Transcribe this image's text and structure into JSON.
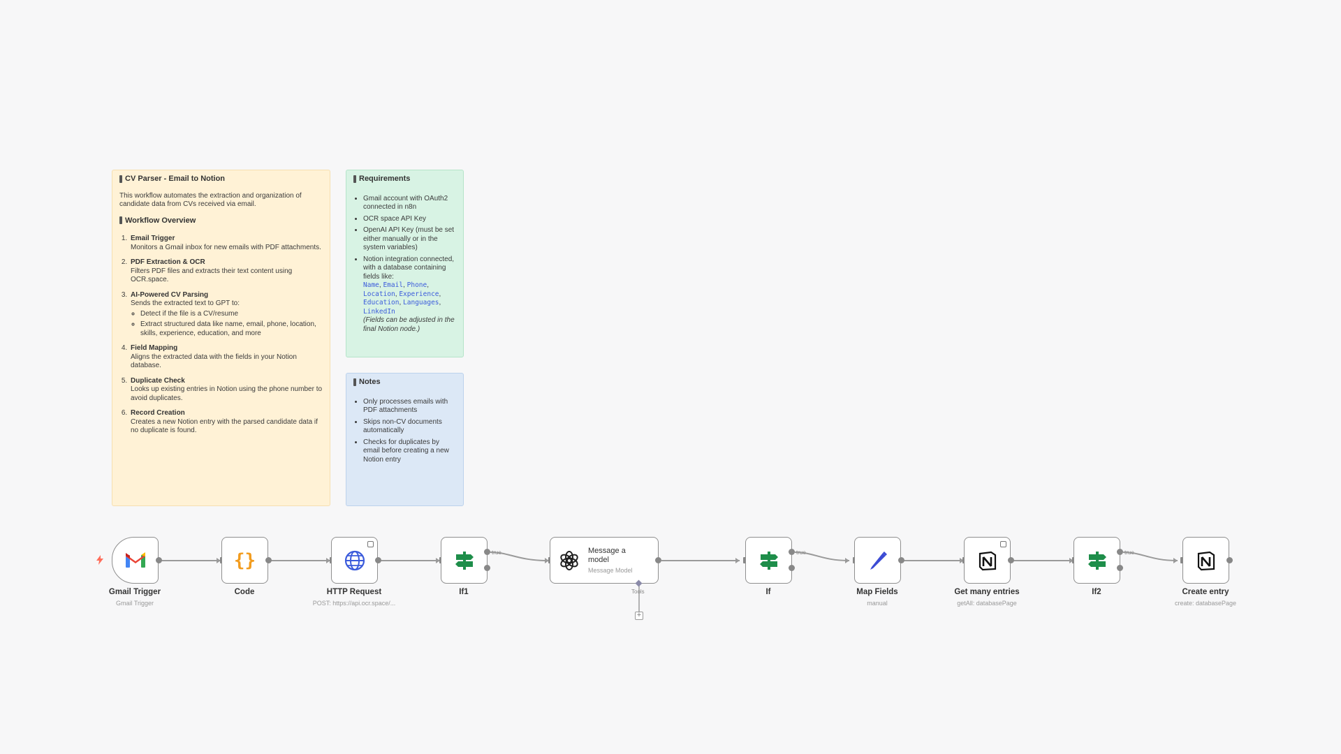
{
  "notes": {
    "overview": {
      "title": "CV Parser - Email to Notion",
      "intro": "This workflow automates the extraction and organization of candidate data from CVs received via email.",
      "overview_title": "Workflow Overview",
      "steps": [
        {
          "title": "Email Trigger",
          "text": "Monitors a Gmail inbox for new emails with PDF attachments."
        },
        {
          "title": "PDF Extraction & OCR",
          "text": "Filters PDF files and extracts their text content using OCR.space."
        },
        {
          "title": "AI-Powered CV Parsing",
          "text": "Sends the extracted text to GPT to:",
          "sub": [
            "Detect if the file is a CV/resume",
            "Extract structured data like name, email, phone, location, skills, experience, education, and more"
          ]
        },
        {
          "title": "Field Mapping",
          "text": "Aligns the extracted data with the fields in your Notion database."
        },
        {
          "title": "Duplicate Check",
          "text": "Looks up existing entries in Notion using the phone number to avoid duplicates."
        },
        {
          "title": "Record Creation",
          "text": "Creates a new Notion entry with the parsed candidate data if no duplicate is found."
        }
      ]
    },
    "requirements": {
      "title": "Requirements",
      "items": [
        "Gmail account with OAuth2 connected in n8n",
        "OCR space API Key",
        "OpenAI API Key (must be set either manually or in the system variables)"
      ],
      "notion_item": "Notion integration connected, with a database containing fields like:",
      "fields": [
        "Name",
        "Email",
        "Phone",
        "Location",
        "Experience",
        "Education",
        "Languages",
        "LinkedIn"
      ],
      "footnote": "(Fields can be adjusted in the final Notion node.)"
    },
    "notes": {
      "title": "Notes",
      "items": [
        "Only processes emails with PDF attachments",
        "Skips non-CV documents automatically",
        "Checks for duplicates by email before creating a new Notion entry"
      ]
    }
  },
  "nodes": [
    {
      "label": "Gmail Trigger",
      "sub": "Gmail Trigger",
      "icon": "gmail-icon"
    },
    {
      "label": "Code",
      "sub": "",
      "icon": "code-braces-icon"
    },
    {
      "label": "HTTP Request",
      "sub": "POST: https://api.ocr.space/...",
      "icon": "globe-icon"
    },
    {
      "label": "If1",
      "sub": "",
      "icon": "signpost-icon"
    },
    {
      "label": "Message a model",
      "sub": "Message Model",
      "icon": "openai-icon"
    },
    {
      "label": "If",
      "sub": "",
      "icon": "signpost-icon"
    },
    {
      "label": "Map Fields",
      "sub": "manual",
      "icon": "pencil-icon"
    },
    {
      "label": "Get many entries",
      "sub": "getAll: databasePage",
      "icon": "notion-icon"
    },
    {
      "label": "If2",
      "sub": "",
      "icon": "signpost-icon"
    },
    {
      "label": "Create entry",
      "sub": "create: databasePage",
      "icon": "notion-icon"
    }
  ],
  "edges": {
    "true_label": "true",
    "tools_label": "Tools",
    "add_tool": "+"
  },
  "colors": {
    "gmail_red": "#ea4335",
    "code_orange": "#f29c1f",
    "globe_blue": "#3b5bdb",
    "if_green": "#1e8e4a",
    "pencil_blue": "#3b4bd4"
  }
}
